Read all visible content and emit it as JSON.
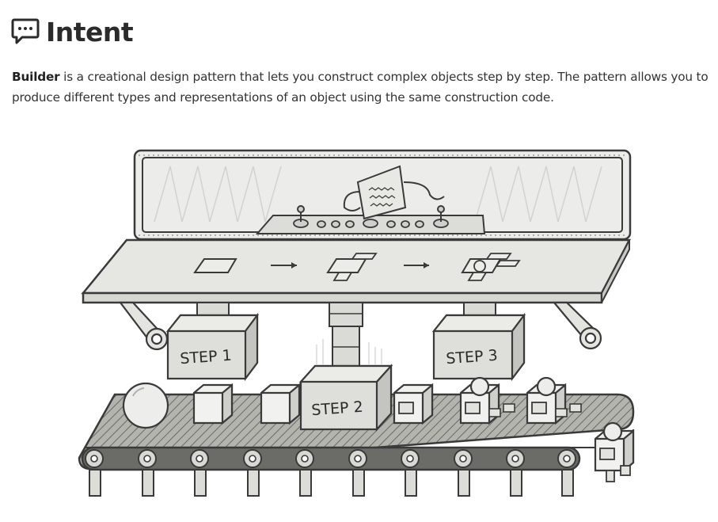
{
  "section": {
    "icon": "speech-bubble-icon",
    "title": "Intent"
  },
  "intro": {
    "term": "Builder",
    "text": " is a creational design pattern that lets you construct complex objects step by step. The pattern allows you to produce different types and representations of an object using the same construction code."
  },
  "illustration": {
    "steps": [
      "STEP 1",
      "STEP 2",
      "STEP 3"
    ]
  }
}
